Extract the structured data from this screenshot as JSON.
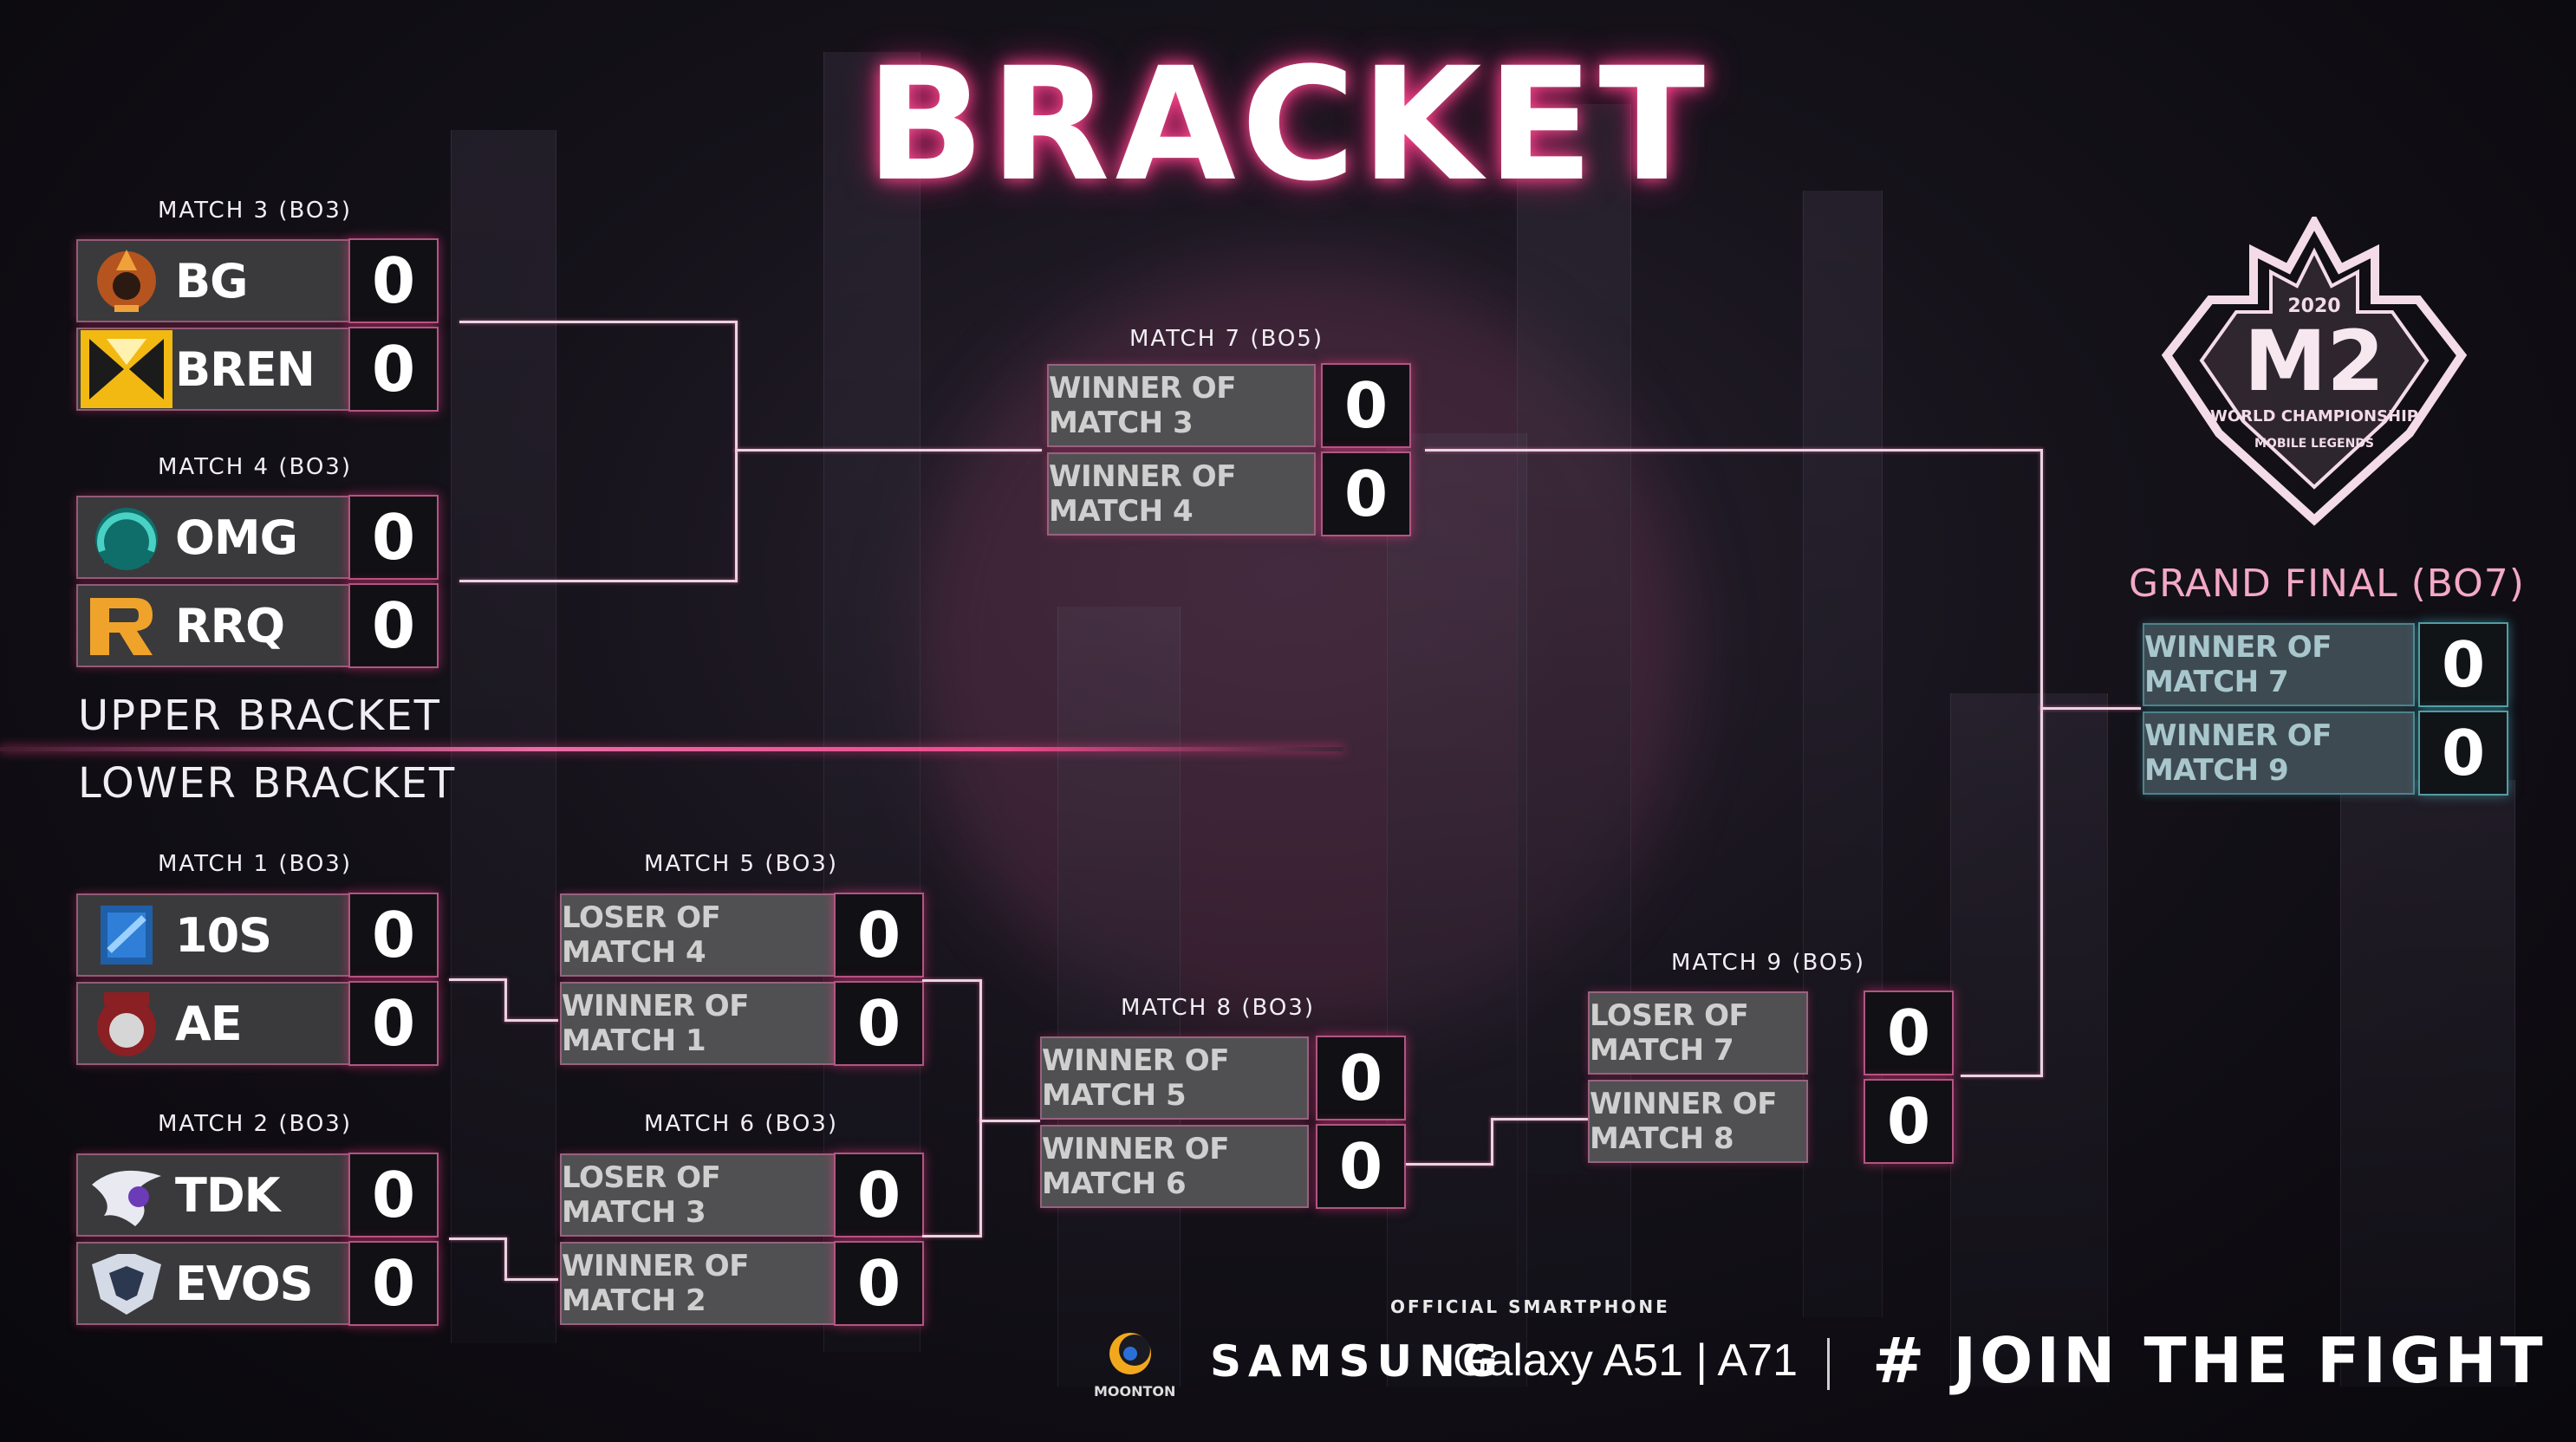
{
  "title": "BRACKET",
  "sections": {
    "upper": "UPPER BRACKET",
    "lower": "LOWER BRACKET"
  },
  "matches": {
    "m3": {
      "label": "MATCH 3 (BO3)",
      "teams": [
        {
          "name": "BG",
          "score": "0",
          "logo": "burmese-ghouls-logo"
        },
        {
          "name": "BREN",
          "score": "0",
          "logo": "bren-esports-logo"
        }
      ]
    },
    "m4": {
      "label": "MATCH 4 (BO3)",
      "teams": [
        {
          "name": "OMG",
          "score": "0",
          "logo": "omega-logo"
        },
        {
          "name": "RRQ",
          "score": "0",
          "logo": "rrq-logo"
        }
      ]
    },
    "m1": {
      "label": "MATCH 1 (BO3)",
      "teams": [
        {
          "name": "10S",
          "score": "0",
          "logo": "10s-gaming-logo"
        },
        {
          "name": "AE",
          "score": "0",
          "logo": "alter-ego-logo"
        }
      ]
    },
    "m2": {
      "label": "MATCH 2 (BO3)",
      "teams": [
        {
          "name": "TDK",
          "score": "0",
          "logo": "tdk-logo"
        },
        {
          "name": "EVOS",
          "score": "0",
          "logo": "evos-logo"
        }
      ]
    },
    "m5": {
      "label": "MATCH 5 (BO3)",
      "slots": [
        {
          "text": "LOSER OF MATCH 4",
          "score": "0"
        },
        {
          "text": "WINNER OF MATCH 1",
          "score": "0"
        }
      ]
    },
    "m6": {
      "label": "MATCH 6 (BO3)",
      "slots": [
        {
          "text": "LOSER OF MATCH 3",
          "score": "0"
        },
        {
          "text": "WINNER OF MATCH 2",
          "score": "0"
        }
      ]
    },
    "m7": {
      "label": "MATCH 7 (BO5)",
      "slots": [
        {
          "text": "WINNER OF MATCH 3",
          "score": "0"
        },
        {
          "text": "WINNER OF MATCH 4",
          "score": "0"
        }
      ]
    },
    "m8": {
      "label": "MATCH 8 (BO3)",
      "slots": [
        {
          "text": "WINNER OF MATCH 5",
          "score": "0"
        },
        {
          "text": "WINNER OF MATCH 6",
          "score": "0"
        }
      ]
    },
    "m9": {
      "label": "MATCH 9 (BO5)",
      "slots": [
        {
          "text": "LOSER OF MATCH 7",
          "score": "0"
        },
        {
          "text": "WINNER OF MATCH 8",
          "score": "0"
        }
      ]
    },
    "gf": {
      "label": "GRAND FINAL (BO7)",
      "slots": [
        {
          "text": "WINNER OF MATCH 7",
          "score": "0"
        },
        {
          "text": "WINNER OF MATCH 9",
          "score": "0"
        }
      ]
    }
  },
  "event_logo": {
    "year": "2020",
    "name": "M2",
    "subtitle": "WORLD CHAMPIONSHIP",
    "game": "MOBILE LEGENDS"
  },
  "footer": {
    "moonton": "MOONTON",
    "official_smartphone": "OFFICIAL SMARTPHONE",
    "samsung": "SAMSUNG",
    "galaxy": "Galaxy A51 | A71",
    "hashtag": "# JOIN THE FIGHT"
  },
  "colors": {
    "accent": "#ff4d8f",
    "grand_final_accent": "#5ab4be",
    "card": "#3a3a3c"
  }
}
